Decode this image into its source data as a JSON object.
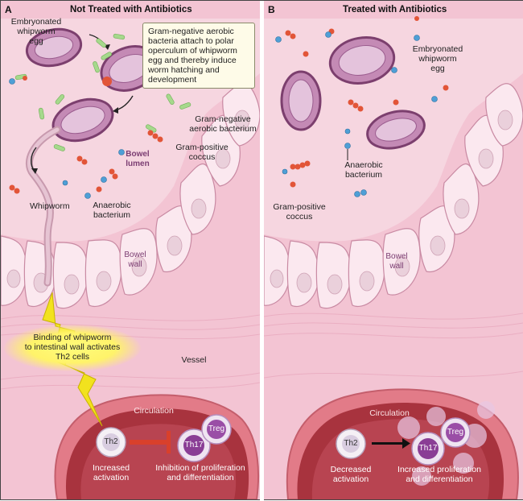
{
  "panel_a": {
    "letter": "A",
    "title": "Not Treated with Antibiotics",
    "labels": {
      "egg": "Embryonated\nwhipworm\negg",
      "callout": "Gram-negative aerobic bacteria attach to polar operculum of whipworm egg and thereby induce worm hatching and development",
      "gram_neg": "Gram-negative\naerobic bacterium",
      "gram_pos": "Gram-positive\ncoccus",
      "lumen": "Bowel\nlumen",
      "whipworm": "Whipworm",
      "anaerobic": "Anaerobic\nbacterium",
      "wall": "Bowel\nwall",
      "binding": "Binding of whipworm\nto intestinal wall activates\nTh2 cells",
      "vessel": "Vessel",
      "circulation": "Circulation",
      "th2": "Th2",
      "th17": "Th17",
      "treg": "Treg",
      "th2_caption": "Increased\nactivation",
      "result_caption": "Inhibition of proliferation\nand differentiation"
    }
  },
  "panel_b": {
    "letter": "B",
    "title": "Treated with Antibiotics",
    "labels": {
      "egg": "Embryonated\nwhipworm\negg",
      "anaerobic": "Anaerobic\nbacterium",
      "gram_pos": "Gram-positive\ncoccus",
      "wall": "Bowel\nwall",
      "circulation": "Circulation",
      "th2": "Th2",
      "th17": "Th17",
      "treg": "Treg",
      "th2_caption": "Decreased\nactivation",
      "result_caption": "Increased proliferation\nand differentiation"
    }
  },
  "colors": {
    "tissue": "#f3c4d3",
    "lumen": "#f6d6e0",
    "villi_fill": "#fbe8ef",
    "villi_edge": "#c98aa3",
    "egg": "#9b5d8f",
    "vessel_wall": "#d5727f",
    "vessel_interior": "#a8333e",
    "gram_neg": "#a6d98c",
    "gram_pos": "#e25538",
    "anaerobic": "#4f9fd6",
    "lightning": "#f2e21e",
    "inhibit": "#d9402b"
  }
}
